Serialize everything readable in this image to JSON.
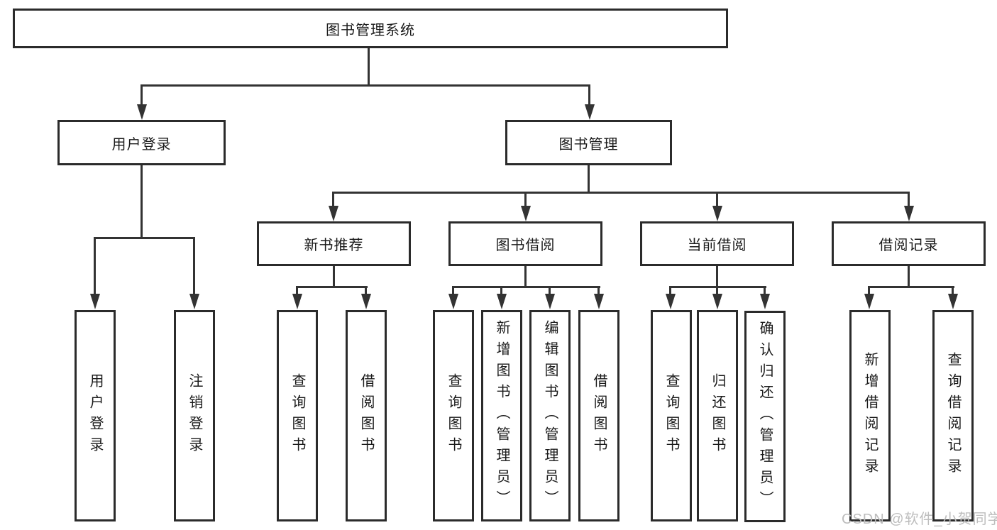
{
  "diagram": {
    "root": {
      "label": "图书管理系统"
    },
    "branches": [
      {
        "label": "用户登录",
        "children": [
          {
            "label": "用户登录"
          },
          {
            "label": "注销登录"
          }
        ]
      },
      {
        "label": "图书管理",
        "children": [
          {
            "label": "新书推荐",
            "children": [
              {
                "label": "查询图书"
              },
              {
                "label": "借阅图书"
              }
            ]
          },
          {
            "label": "图书借阅",
            "children": [
              {
                "label": "查询图书"
              },
              {
                "label": "新增图书（管理员）"
              },
              {
                "label": "编辑图书（管理员）"
              },
              {
                "label": "借阅图书"
              }
            ]
          },
          {
            "label": "当前借阅",
            "children": [
              {
                "label": "查询图书"
              },
              {
                "label": "归还图书"
              },
              {
                "label": "确认归还（管理员）"
              }
            ]
          },
          {
            "label": "借阅记录",
            "children": [
              {
                "label": "新增借阅记录"
              },
              {
                "label": "查询借阅记录"
              }
            ]
          }
        ]
      }
    ]
  },
  "watermark": {
    "text": "CSDN @软件_小贺同学"
  },
  "colors": {
    "line": "#333333",
    "box_border": "#2b2b2b",
    "text": "#1a1a1a",
    "background": "#ffffff",
    "watermark": "#bdbdbd"
  }
}
